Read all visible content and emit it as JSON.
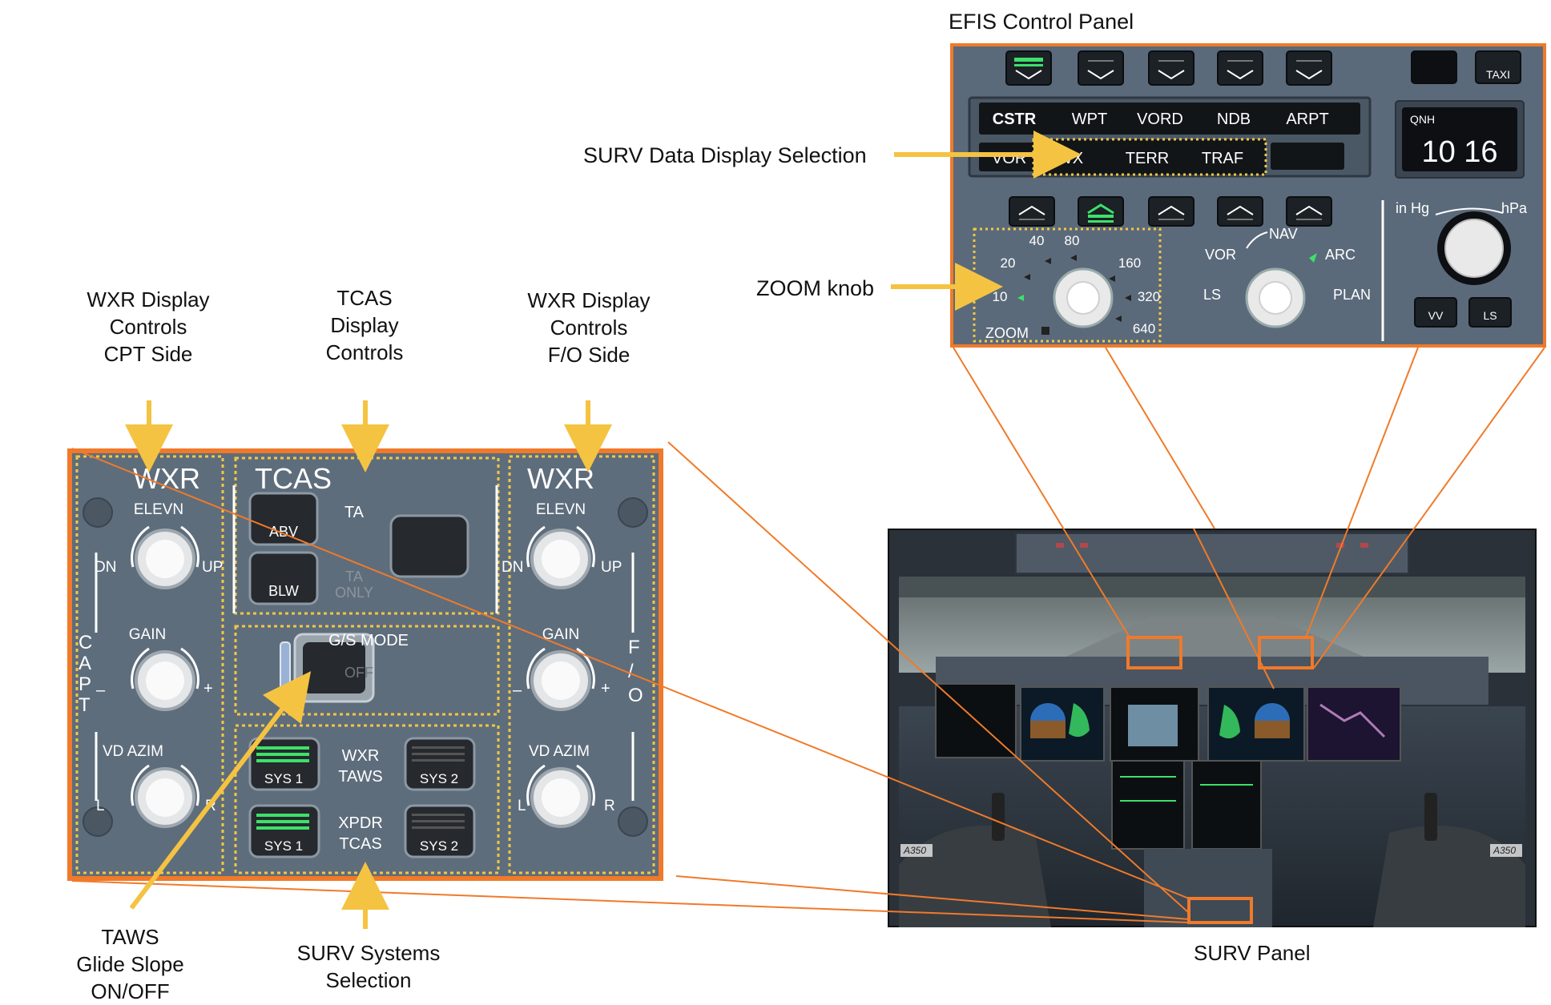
{
  "labels": {
    "efis_title": "EFIS Control Panel",
    "surv_data_display": "SURV Data Display Selection",
    "zoom_knob": "ZOOM knob",
    "wxr_capt": [
      "WXR Display",
      "Controls",
      "CPT Side"
    ],
    "tcas_display": [
      "TCAS",
      "Display",
      "Controls"
    ],
    "wxr_fo": [
      "WXR Display",
      "Controls",
      "F/O Side"
    ],
    "taws_gs": [
      "TAWS",
      "Glide Slope",
      "ON/OFF"
    ],
    "surv_systems": [
      "SURV Systems",
      "Selection"
    ],
    "surv_panel": "SURV Panel"
  },
  "efis": {
    "nav_row1": [
      "CSTR",
      "WPT",
      "VORD",
      "NDB",
      "ARPT"
    ],
    "surv_row": [
      "WX",
      "TERR",
      "TRAF"
    ],
    "vor_partial": "VOR",
    "taxi": "TAXI",
    "qnh_label": "QNH",
    "qnh_value": "10 16",
    "zoom_ticks": [
      "40",
      "80",
      "20",
      "160",
      "10",
      "320",
      "640"
    ],
    "zoom_label": "ZOOM",
    "mode_ticks": [
      "NAV",
      "VOR",
      "ARC",
      "LS",
      "PLAN"
    ],
    "baro_units": [
      "in Hg",
      "hPa"
    ],
    "buttons": [
      "VV",
      "LS"
    ]
  },
  "surv": {
    "wxr_title_left": "WXR",
    "wxr_title_right": "WXR",
    "elevn": "ELEVN",
    "dn": "DN",
    "up": "UP",
    "gain": "GAIN",
    "minus": "–",
    "plus": "+",
    "vd_azim": "VD AZIM",
    "l": "L",
    "r": "R",
    "capt_side": [
      "C",
      "A",
      "P",
      "T"
    ],
    "fo_side": [
      "F",
      "/",
      "O"
    ],
    "tcas_title": "TCAS",
    "ta": "TA",
    "abv": "ABV",
    "blw": "BLW",
    "ta_only": [
      "TA",
      "ONLY"
    ],
    "gs_mode": "G/S MODE",
    "off": "OFF",
    "wxr_taws": [
      "WXR",
      "TAWS"
    ],
    "xpdr_tcas": [
      "XPDR",
      "TCAS"
    ],
    "sys1": "SYS 1",
    "sys2": "SYS 2"
  },
  "cockpit": {
    "model_badge": "A350"
  },
  "colors": {
    "highlight_orange": "#F07A2A",
    "dotted_yellow": "#F2C744",
    "arrow_yellow": "#F5C342",
    "panel_gray": "#5E6D7C",
    "active_green": "#3EE06A"
  }
}
